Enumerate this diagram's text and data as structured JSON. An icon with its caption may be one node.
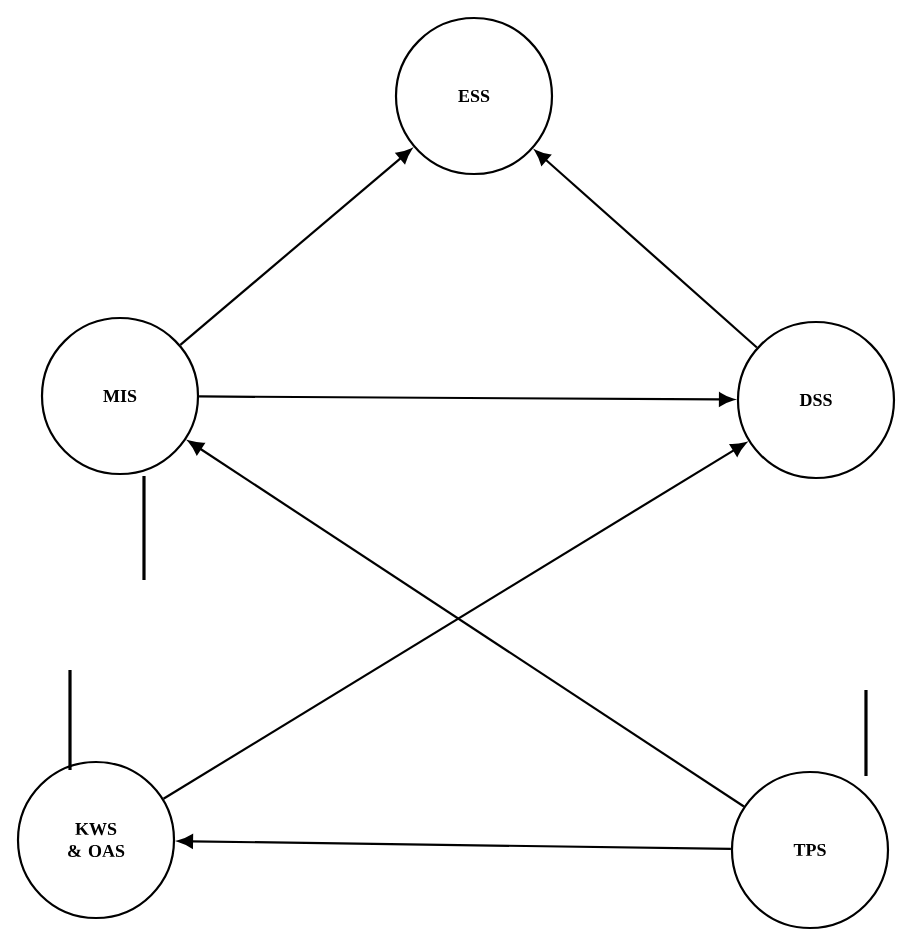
{
  "diagram": {
    "nodes": [
      {
        "text": [
          "ESS"
        ]
      },
      {
        "text": [
          "MIS"
        ]
      },
      {
        "text": [
          "DSS"
        ]
      },
      {
        "text": [
          "KWS & OAS"
        ]
      },
      {
        "text": [
          "TPS"
        ]
      }
    ],
    "edges": [
      {
        "from": 1,
        "to": 0,
        "arrow": "to"
      },
      {
        "from": 2,
        "to": 0,
        "arrow": "to"
      },
      {
        "from": 1,
        "to": 2,
        "arrow": "to"
      },
      {
        "from": 4,
        "to": 1,
        "arrow": "to"
      },
      {
        "from": 3,
        "to": 2,
        "arrow": "to"
      },
      {
        "from": 4,
        "to": 3,
        "arrow": "to"
      }
    ]
  }
}
